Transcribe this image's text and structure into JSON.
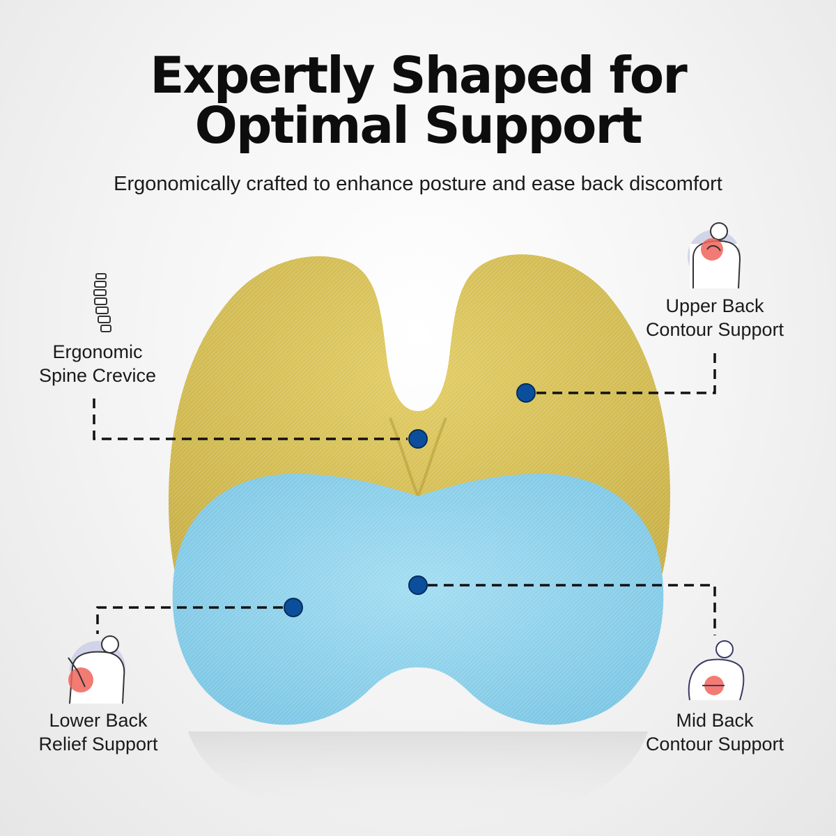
{
  "headline": {
    "line1": "Expertly Shaped for",
    "line2": "Optimal Support"
  },
  "subtitle": "Ergonomically crafted to enhance posture and ease back discomfort",
  "features": {
    "spine_crevice": {
      "line1": "Ergonomic",
      "line2": "Spine Crevice",
      "icon": "spine-icon"
    },
    "upper_back": {
      "line1": "Upper Back",
      "line2": "Contour Support",
      "icon": "upper-back-pain-icon"
    },
    "lower_back": {
      "line1": "Lower Back",
      "line2": "Relief Support",
      "icon": "lower-back-pain-icon"
    },
    "mid_back": {
      "line1": "Mid Back",
      "line2": "Contour Support",
      "icon": "mid-back-pain-icon"
    }
  },
  "colors": {
    "cushion_top": "#d8c25a",
    "cushion_bottom": "#8fd3ec",
    "marker": "#0b4f9c",
    "pain_highlight": "#f0645a"
  }
}
